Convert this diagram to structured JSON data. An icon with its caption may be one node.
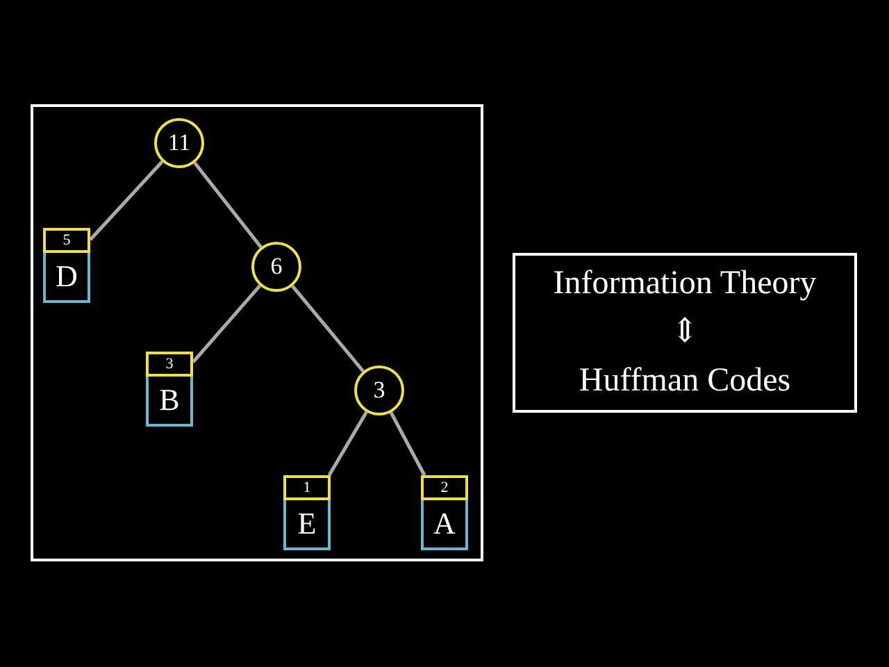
{
  "diagram": {
    "nodes": [
      {
        "text": [],
        "shape": "box"
      },
      {
        "text": [
          "11"
        ],
        "in": 0
      },
      {
        "text": [
          "5",
          "D"
        ],
        "in": 0
      },
      {
        "text": [
          "6"
        ],
        "in": 0
      },
      {
        "text": [
          "3",
          "B"
        ],
        "in": 0
      },
      {
        "text": [
          "3"
        ],
        "in": 0
      },
      {
        "text": [
          "1",
          "E"
        ],
        "in": 0
      },
      {
        "text": [
          "2",
          "A"
        ],
        "in": 0
      },
      {
        "text": [
          "Information Theory",
          "⇕",
          "Huffman Codes"
        ]
      }
    ],
    "edges": [
      {
        "from": 1,
        "to": 2,
        "arrow": "none"
      },
      {
        "from": 1,
        "to": 3,
        "arrow": "none"
      },
      {
        "from": 3,
        "to": 4,
        "arrow": "none"
      },
      {
        "from": 3,
        "to": 5,
        "arrow": "none"
      },
      {
        "from": 5,
        "to": 6,
        "arrow": "none"
      },
      {
        "from": 5,
        "to": 7,
        "arrow": "none"
      }
    ]
  }
}
